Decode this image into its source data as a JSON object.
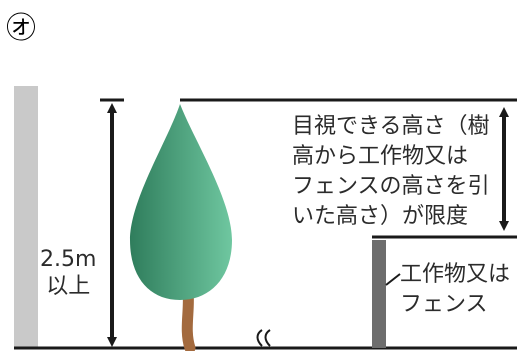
{
  "section_marker": "㋔",
  "max_height": {
    "line1": "2.5m",
    "line2": "以上"
  },
  "description": {
    "lines": [
      "目視できる高さ（樹",
      "高から工作物又は",
      "フェンスの高さを引",
      "いた高さ）が限度"
    ]
  },
  "structure_label": {
    "line1": "工作物又は",
    "line2": "フェンス"
  },
  "colors": {
    "wall": "#c9c9c9",
    "tree_canopy_dark": "#2f7d5c",
    "tree_canopy_light": "#6fc7a0",
    "trunk": "#a36a3e",
    "fence_post": "#6d6d6d",
    "lines": "#1a1a1a"
  }
}
